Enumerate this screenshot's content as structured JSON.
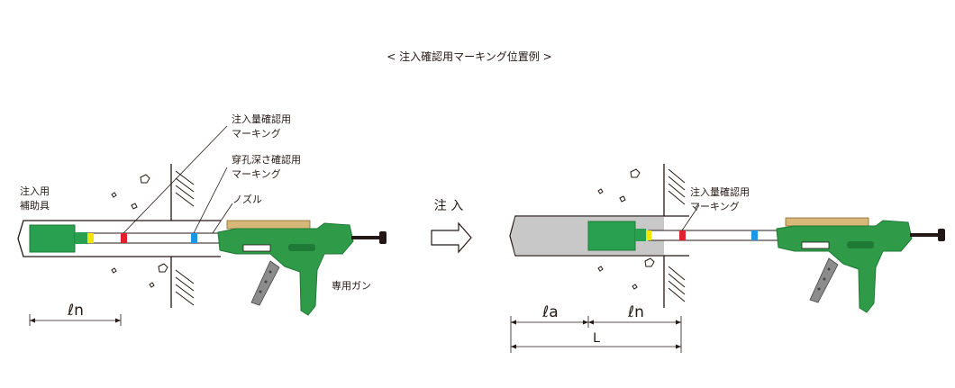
{
  "title": "< 注入確認用マーキング位置例 >",
  "left": {
    "aid_label_1": "注入用",
    "aid_label_2": "補助具",
    "inj_mark_label_1": "注入量確認用",
    "inj_mark_label_2": "マーキング",
    "depth_mark_label_1": "穿孔深さ確認用",
    "depth_mark_label_2": "マーキング",
    "nozzle_label": "ノズル",
    "gun_label": "専用ガン",
    "dim_ln": "ℓn"
  },
  "arrow_label": "注 入",
  "right": {
    "inj_mark_label_1": "注入量確認用",
    "inj_mark_label_2": "マーキング",
    "dim_la": "ℓa",
    "dim_ln": "ℓn",
    "dim_L": "L"
  },
  "colors": {
    "gun_green": "#2f9a47",
    "gun_green_dark": "#1f7a35",
    "tube_green": "#28a050",
    "mark_yellow": "#f2e500",
    "mark_red": "#e0212b",
    "mark_blue": "#1e96e6",
    "adhesive_gray": "#c8c8c8",
    "cartridge_tan": "#d8b878"
  }
}
